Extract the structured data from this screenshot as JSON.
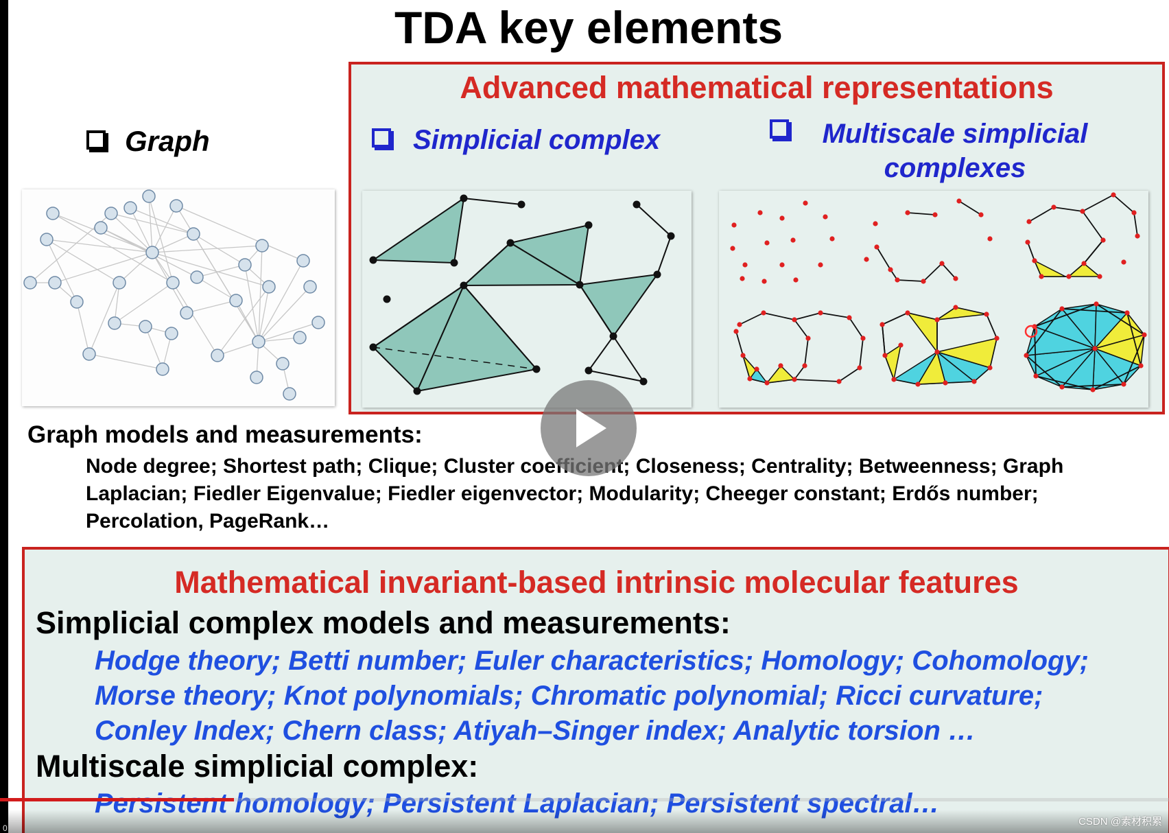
{
  "slide": {
    "title": "TDA key elements",
    "graph_label": "Graph",
    "advanced": {
      "heading": "Advanced mathematical representations",
      "simplicial_label": "Simplicial complex",
      "multiscale_label_line1": "Multiscale simplicial",
      "multiscale_label_line2": "complexes"
    },
    "graph_models": {
      "heading": "Graph models and measurements:",
      "lines": [
        "Node degree; Shortest path; Clique; Cluster coefficient; Closeness; Centrality; Betweenness; Graph",
        "Laplacian; Fiedler Eigenvalue; Fiedler  eigenvector; Modularity; Cheeger constant; Erdős number;",
        "Percolation, PageRank…"
      ]
    },
    "invariant": {
      "heading": "Mathematical invariant-based intrinsic molecular features",
      "simplicial_heading": "Simplicial complex models and measurements:",
      "simplicial_lines": [
        "Hodge theory; Betti number; Euler characteristics; Homology; Cohomology;",
        "Morse theory; Knot polynomials; Chromatic polynomial; Ricci curvature;",
        "Conley Index; Chern class; Atiyah–Singer index; Analytic torsion …"
      ],
      "multiscale_heading": "Multiscale simplicial complex:",
      "multiscale_line": "Persistent homology; Persistent Laplacian; Persistent spectral…"
    }
  },
  "player": {
    "progress": 0.2,
    "watermark": "CSDN @素材积累",
    "time_fragment": "0"
  },
  "colors": {
    "red": "#d52a24",
    "blue": "#1f26cc",
    "panel": "#e6f0ed",
    "teal": "#7fbfb0",
    "yellow": "#f0ec3a",
    "cyan": "#4fd3e0"
  },
  "icons": [
    "checkbox-bullet-icon",
    "play-icon"
  ]
}
